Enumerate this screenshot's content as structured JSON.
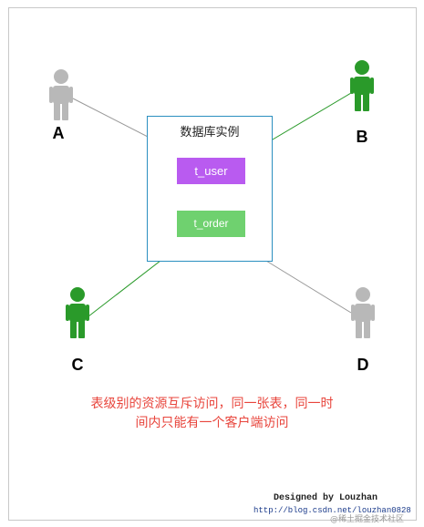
{
  "users": [
    {
      "id": "A",
      "label": "A",
      "color": "#b8b8b8"
    },
    {
      "id": "B",
      "label": "B",
      "color": "#2a9a2a"
    },
    {
      "id": "C",
      "label": "C",
      "color": "#2a9a2a"
    },
    {
      "id": "D",
      "label": "D",
      "color": "#b8b8b8"
    }
  ],
  "database": {
    "title": "数据库实例",
    "border_color": "#2b8fc0",
    "tables": [
      {
        "name": "t_user",
        "color": "#b95bf0"
      },
      {
        "name": "t_order",
        "color": "#6fd16f"
      }
    ]
  },
  "note": {
    "line1": "表级别的资源互斥访问，同一张表，同一时",
    "line2": "间内只能有一个客户端访问",
    "color": "#e8453c"
  },
  "credits": {
    "designer": "Designed by Louzhan",
    "url": "http://blog.csdn.net/louzhan0828",
    "watermark": "@稀土掘金技术社区"
  },
  "connections": [
    {
      "from": "A",
      "to": "t_user",
      "color": "#999999"
    },
    {
      "from": "B",
      "to": "t_user",
      "color": "#2a9a2a"
    },
    {
      "from": "C",
      "to": "t_order",
      "color": "#2a9a2a"
    },
    {
      "from": "D",
      "to": "t_order",
      "color": "#999999"
    }
  ]
}
